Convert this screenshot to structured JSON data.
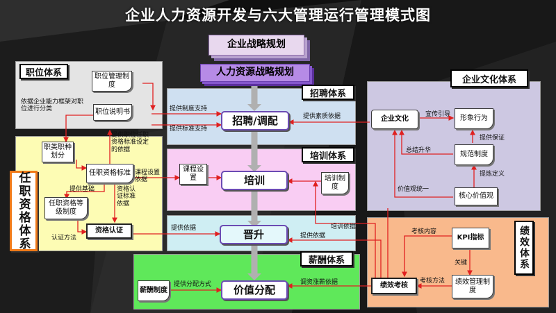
{
  "title": "企业人力资源开发与六大管理运行管理模式图",
  "top": {
    "strategy": "企业战略规划",
    "hr_strategy": "人力资源战略规划"
  },
  "job_system": {
    "tag": "职位体系",
    "left_note": "依据企业能力框架对职位进行分类",
    "job_management_system": "职位管理制度",
    "job_description": "职位说明书"
  },
  "qualification_system": {
    "tag": "任职资格体系",
    "job_family": "职类职种划分",
    "qual_standard": "任职资格标准",
    "qual_grade_system": "任职资格等级制度",
    "qual_certification": "资格认证",
    "label_basis_setting": "提供职位任职资格标准设定的依据",
    "label_foundation": "提供基础",
    "label_cert_standard": "资格认证标准依据",
    "label_cert_method": "认证方法"
  },
  "recruitment": {
    "tag": "招聘体系",
    "main": "招聘/调配",
    "label_system_support": "提供制度支持",
    "label_standard_support": "提供标准支持",
    "label_quality_basis": "提供素质依据"
  },
  "training": {
    "tag": "培训体系",
    "course_setup": "课程设置",
    "main": "培训",
    "training_system": "培训制度",
    "label_course_basis": "课程设置依据",
    "label_training_basis": "培训依据"
  },
  "promotion": {
    "main": "晋升",
    "label_promotion_basis_left": "提供依据",
    "label_promotion_basis_right": "提供依据"
  },
  "compensation": {
    "tag": "薪酬体系",
    "salary_system": "薪酬制度",
    "main": "价值分配",
    "label_distribution": "提供分配方式",
    "label_salary_adjust": "调资涨薪依据"
  },
  "culture": {
    "tag": "企业文化体系",
    "corporate_culture": "企业文化",
    "image_behavior": "形象行为",
    "norm_system": "规范制度",
    "core_values": "核心价值观",
    "label_publicity": "宣传引导",
    "label_guarantee": "提供保证",
    "label_summary": "总结升华",
    "label_refine": "提炼定义",
    "label_values_unify": "价值观统一"
  },
  "performance": {
    "tag": "绩效体系",
    "kpi": "KPI指标",
    "appraisal": "绩效考核",
    "perf_system": "绩效管理制度",
    "label_content": "考核内容",
    "label_key": "关键",
    "label_method": "考核方法"
  },
  "colors": {
    "job_panel": "#e4e4e4",
    "qual_panel": "#fdfcb4",
    "recruit_band": "#cfe0f1",
    "training_band": "#f9cdf3",
    "promotion_band": "#cfeef3",
    "comp_panel": "#5fe85a",
    "culture_panel": "#cdc8e2",
    "perf_panel": "#f9b98c",
    "arrow_red": "#e02020",
    "arrow_gray": "#b8b8b8"
  }
}
